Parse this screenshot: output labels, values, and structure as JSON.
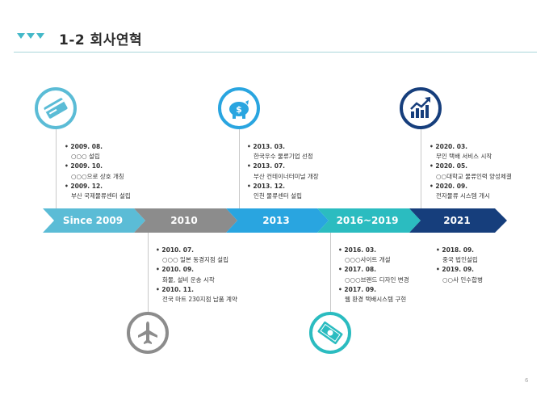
{
  "title": "1-2 회사연혁",
  "page_number": "6",
  "colors": {
    "seg1": "#5bbcd6",
    "seg2": "#8c8c8c",
    "seg3": "#29a5e0",
    "seg4": "#2bbcc0",
    "seg5": "#163e7c"
  },
  "timeline": {
    "segments": [
      {
        "label": "Since 2009"
      },
      {
        "label": "2010"
      },
      {
        "label": "2013"
      },
      {
        "label": "2016~2019"
      },
      {
        "label": "2021"
      }
    ]
  },
  "groups": [
    {
      "icon": "credit-card-icon",
      "events": [
        {
          "date": "2009. 08.",
          "text": "○○○ 설립"
        },
        {
          "date": "2009. 10.",
          "text": "○○○으로 상호 개칭"
        },
        {
          "date": "2009. 12.",
          "text": "부산 국제물류센터 설립"
        }
      ]
    },
    {
      "icon": "airplane-icon",
      "events": [
        {
          "date": "2010. 07.",
          "text": "○○○ 일본 동경지점 설립"
        },
        {
          "date": "2010. 09.",
          "text": "화물, 설비 운송 시작"
        },
        {
          "date": "2010. 11.",
          "text": "전국 마트 230지점 납품 계약"
        }
      ]
    },
    {
      "icon": "piggy-bank-icon",
      "events": [
        {
          "date": "2013. 03.",
          "text": "한국우수 물류기업 선정"
        },
        {
          "date": "2013. 07.",
          "text": "부산 컨테이너터미널 개장"
        },
        {
          "date": "2013. 12.",
          "text": "인천 물류센터 설립"
        }
      ]
    },
    {
      "icon": "banknote-icon",
      "events": [
        {
          "date": "2016. 03.",
          "text": "○○○사이트 개설"
        },
        {
          "date": "2017. 08.",
          "text": "○○○브랜드 디자인 변경"
        },
        {
          "date": "2017. 09.",
          "text": "웹 환경 택배시스템 구현"
        }
      ]
    },
    {
      "icon": "growth-chart-icon",
      "events": [
        {
          "date": "2020. 03.",
          "text": "무인 택배 서비스 시작"
        },
        {
          "date": "2020. 05.",
          "text": "○○대학교 물류인력 양성체결"
        },
        {
          "date": "2020. 09.",
          "text": "전자물류 시스템 개시"
        }
      ]
    },
    {
      "icon": "none",
      "events": [
        {
          "date": "2018. 09.",
          "text": "중국 법인설립"
        },
        {
          "date": "2019. 09.",
          "text": "○○사 인수합병"
        }
      ]
    }
  ]
}
